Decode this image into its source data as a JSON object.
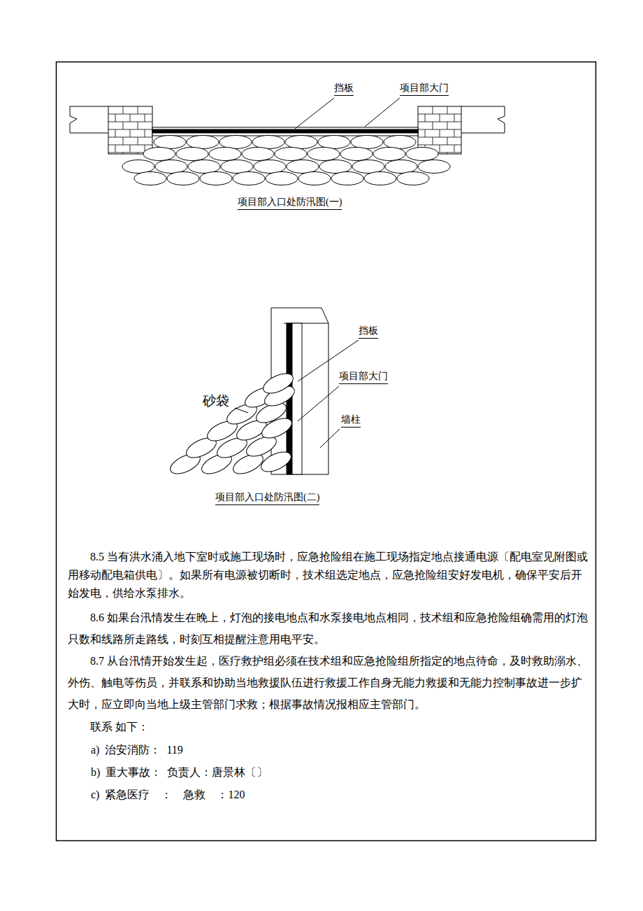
{
  "diagram": {
    "labels": [
      "挡板",
      "项目部大门",
      "项目部入口处防汛图(一)",
      "挡板",
      "项目部大门",
      "砂袋",
      "墙柱",
      "项目部入口处防汛图(二)",
      "8.5 当有洪水涌入地下室时或施工现场时，应急抢险组在施工现场指定地点接通电源〔配电室见附图或用移动配电箱供电〕。如果所有电源被切断时，技术组选定地点，应急抢险组安好发电机，确保平安后开始发电，供给水泵排水。",
      "8.6 如果台汛情发生在晚上，灯泡的接电地点和水泵接电地点相同，技术组和应急抢险组确需用的灯泡只数和线路所走路线，时刻互相提醒注意用电平安。",
      "8.7 从台汛情开始发生起，医疗救护组必须在技术组和应急抢险组所指定的地点待命，及时救助溺水、外伤、触电等伤员，并联系和协助当地救援队伍进行救援工作自身无能力救援和无能力控制事故进一步扩大时，应立即向当地上级主管部门求救；根据事故情况报相应主管部门。",
      "联系   如下：",
      "a)  治安消防：  119",
      "b)  重大事故：  负责人：唐景林〔〕",
      "c)  紧急医疗    ：    急救    ：120"
    ]
  }
}
